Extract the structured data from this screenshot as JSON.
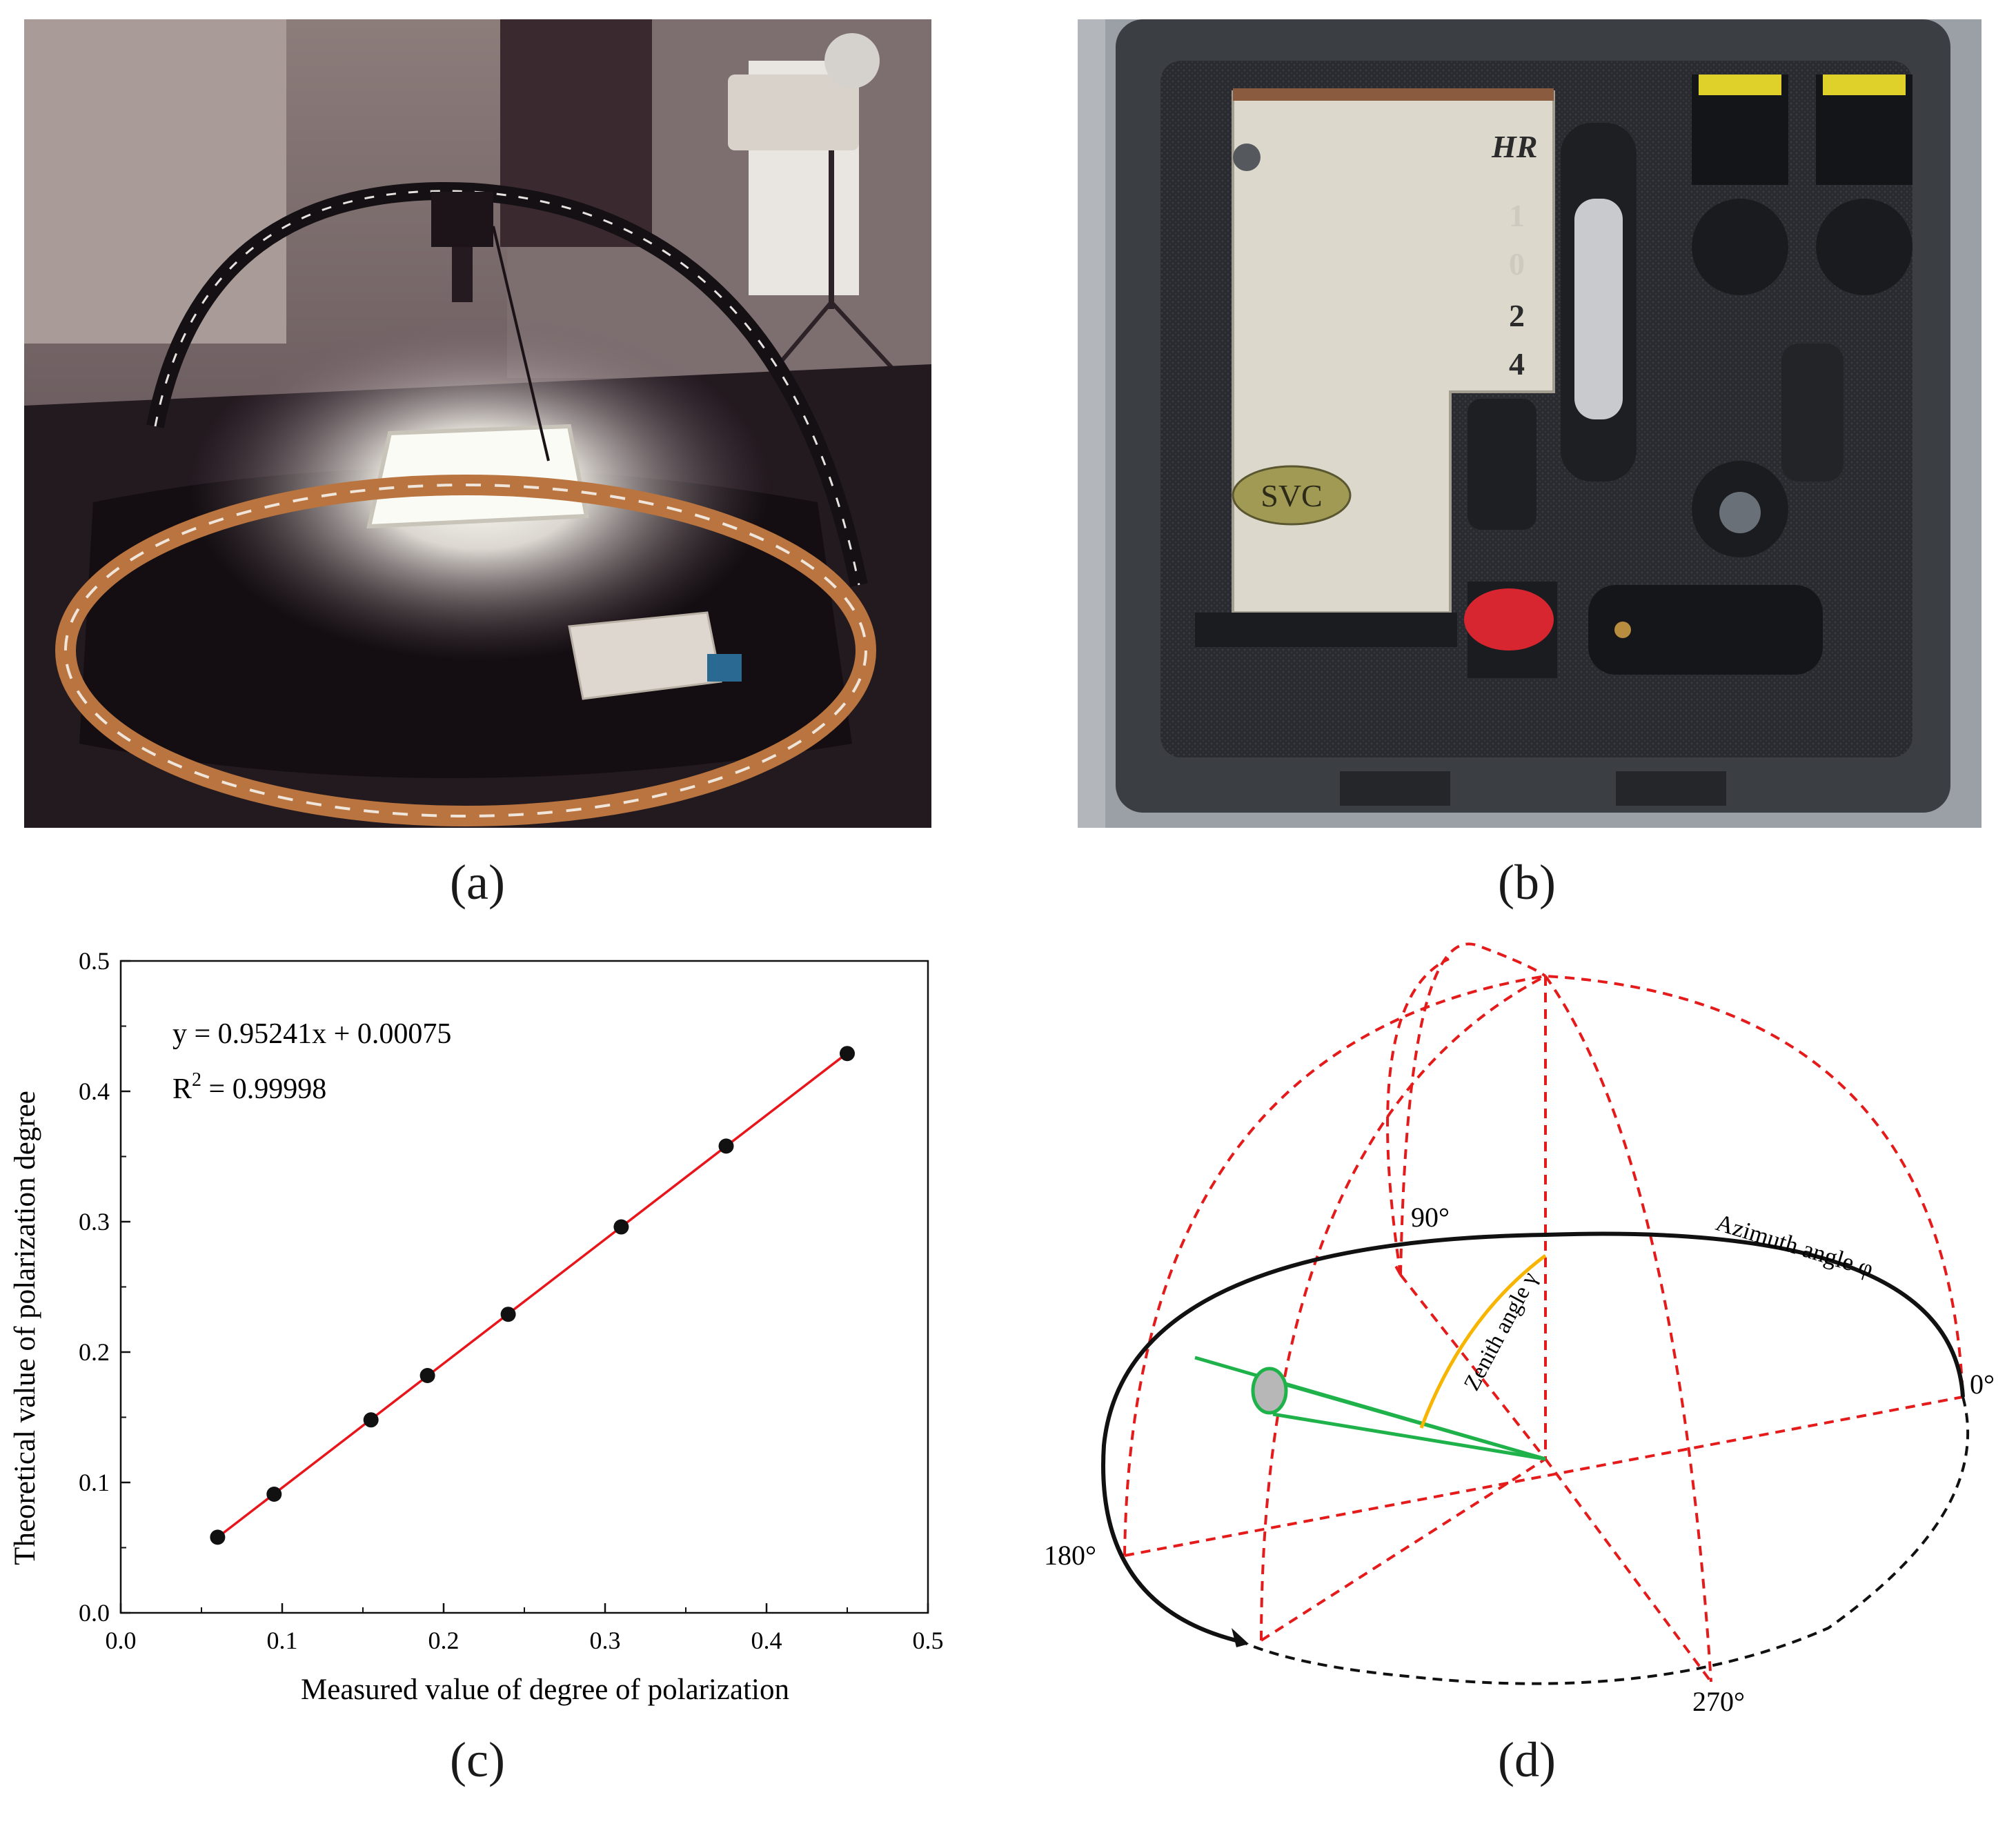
{
  "panels": {
    "a": {
      "caption": "(a)"
    },
    "b": {
      "caption": "(b)",
      "device_text": [
        "HR",
        "1",
        "0",
        "2",
        "4"
      ],
      "logo_text": "SVC"
    },
    "c": {
      "caption": "(c)",
      "equation": "y = 0.95241x + 0.00075",
      "r2_prefix": "R",
      "r2_sup": "2",
      "r2_value": " = 0.99998"
    },
    "d": {
      "caption": "(d)",
      "labels": {
        "deg90": "90°",
        "deg0": "0°",
        "deg180": "180°",
        "deg270": "270°",
        "azimuth": "Azimuth angle φ",
        "zenith": "Zenith angle γ"
      }
    }
  },
  "colors": {
    "fit_line": "#e8151b",
    "points": "#111111",
    "dashed": "#e51b1b",
    "ray": "#1fb24a",
    "zenith_arc": "#f7b500"
  },
  "chart_data": {
    "type": "scatter",
    "title": "",
    "xlabel": "Measured value of degree of polarization",
    "ylabel": "Theoretical value of polarization degree",
    "xlim": [
      0.0,
      0.5
    ],
    "ylim": [
      0.0,
      0.5
    ],
    "xticks": [
      "0.0",
      "0.1",
      "0.2",
      "0.3",
      "0.4",
      "0.5"
    ],
    "yticks": [
      "0.0",
      "0.1",
      "0.2",
      "0.3",
      "0.4",
      "0.5"
    ],
    "grid": false,
    "series": [
      {
        "x": [
          0.06,
          0.095,
          0.155,
          0.19,
          0.24,
          0.31,
          0.375,
          0.45
        ],
        "y": [
          0.058,
          0.091,
          0.148,
          0.182,
          0.229,
          0.296,
          0.358,
          0.429
        ]
      }
    ],
    "fit": {
      "slope": 0.95241,
      "intercept": 0.00075,
      "x_range": [
        0.06,
        0.45
      ]
    }
  }
}
